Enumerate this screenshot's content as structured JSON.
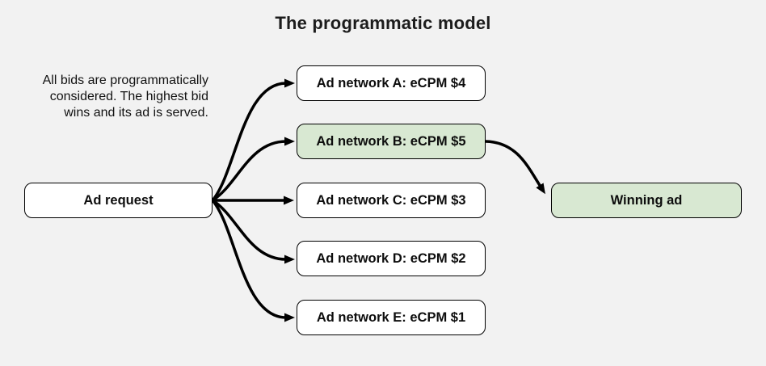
{
  "title": "The programmatic model",
  "description": "All bids are programmatically considered. The highest bid wins and its ad is served.",
  "colors": {
    "background": "#f2f2f2",
    "box_fill": "#ffffff",
    "highlight_fill": "#d8e8d2",
    "border": "#000000",
    "text": "#0d0d0d"
  },
  "diagram": {
    "source": {
      "label": "Ad request"
    },
    "networks": [
      {
        "label": "Ad network A: eCPM $4",
        "highlighted": false
      },
      {
        "label": "Ad network B: eCPM $5",
        "highlighted": true
      },
      {
        "label": "Ad network C: eCPM $3",
        "highlighted": false
      },
      {
        "label": "Ad network D: eCPM $2",
        "highlighted": false
      },
      {
        "label": "Ad network E: eCPM $1",
        "highlighted": false
      }
    ],
    "winner": {
      "label": "Winning ad"
    }
  }
}
